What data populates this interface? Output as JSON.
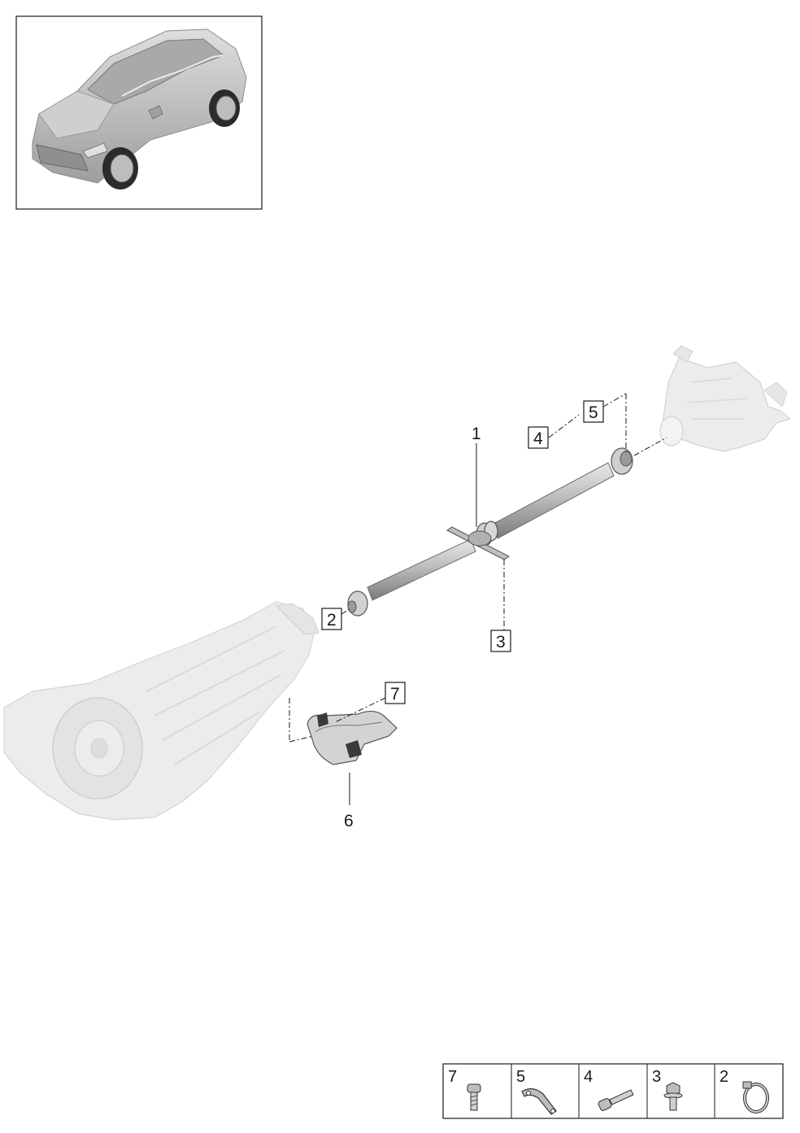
{
  "callouts": {
    "c1": "1",
    "c2": "2",
    "c3": "3",
    "c4": "4",
    "c5": "5",
    "c6": "6",
    "c7": "7"
  },
  "legend": [
    {
      "number": "7",
      "icon": "bolt-icon"
    },
    {
      "number": "5",
      "icon": "bracket-icon"
    },
    {
      "number": "4",
      "icon": "long-bolt-icon"
    },
    {
      "number": "3",
      "icon": "flange-bolt-icon"
    },
    {
      "number": "2",
      "icon": "hose-clamp-icon"
    }
  ],
  "colors": {
    "line": "#1a1a1a",
    "shaft": "#b9b9b9",
    "ghost": "#e6e6e6",
    "car": "#c4c4c4"
  }
}
